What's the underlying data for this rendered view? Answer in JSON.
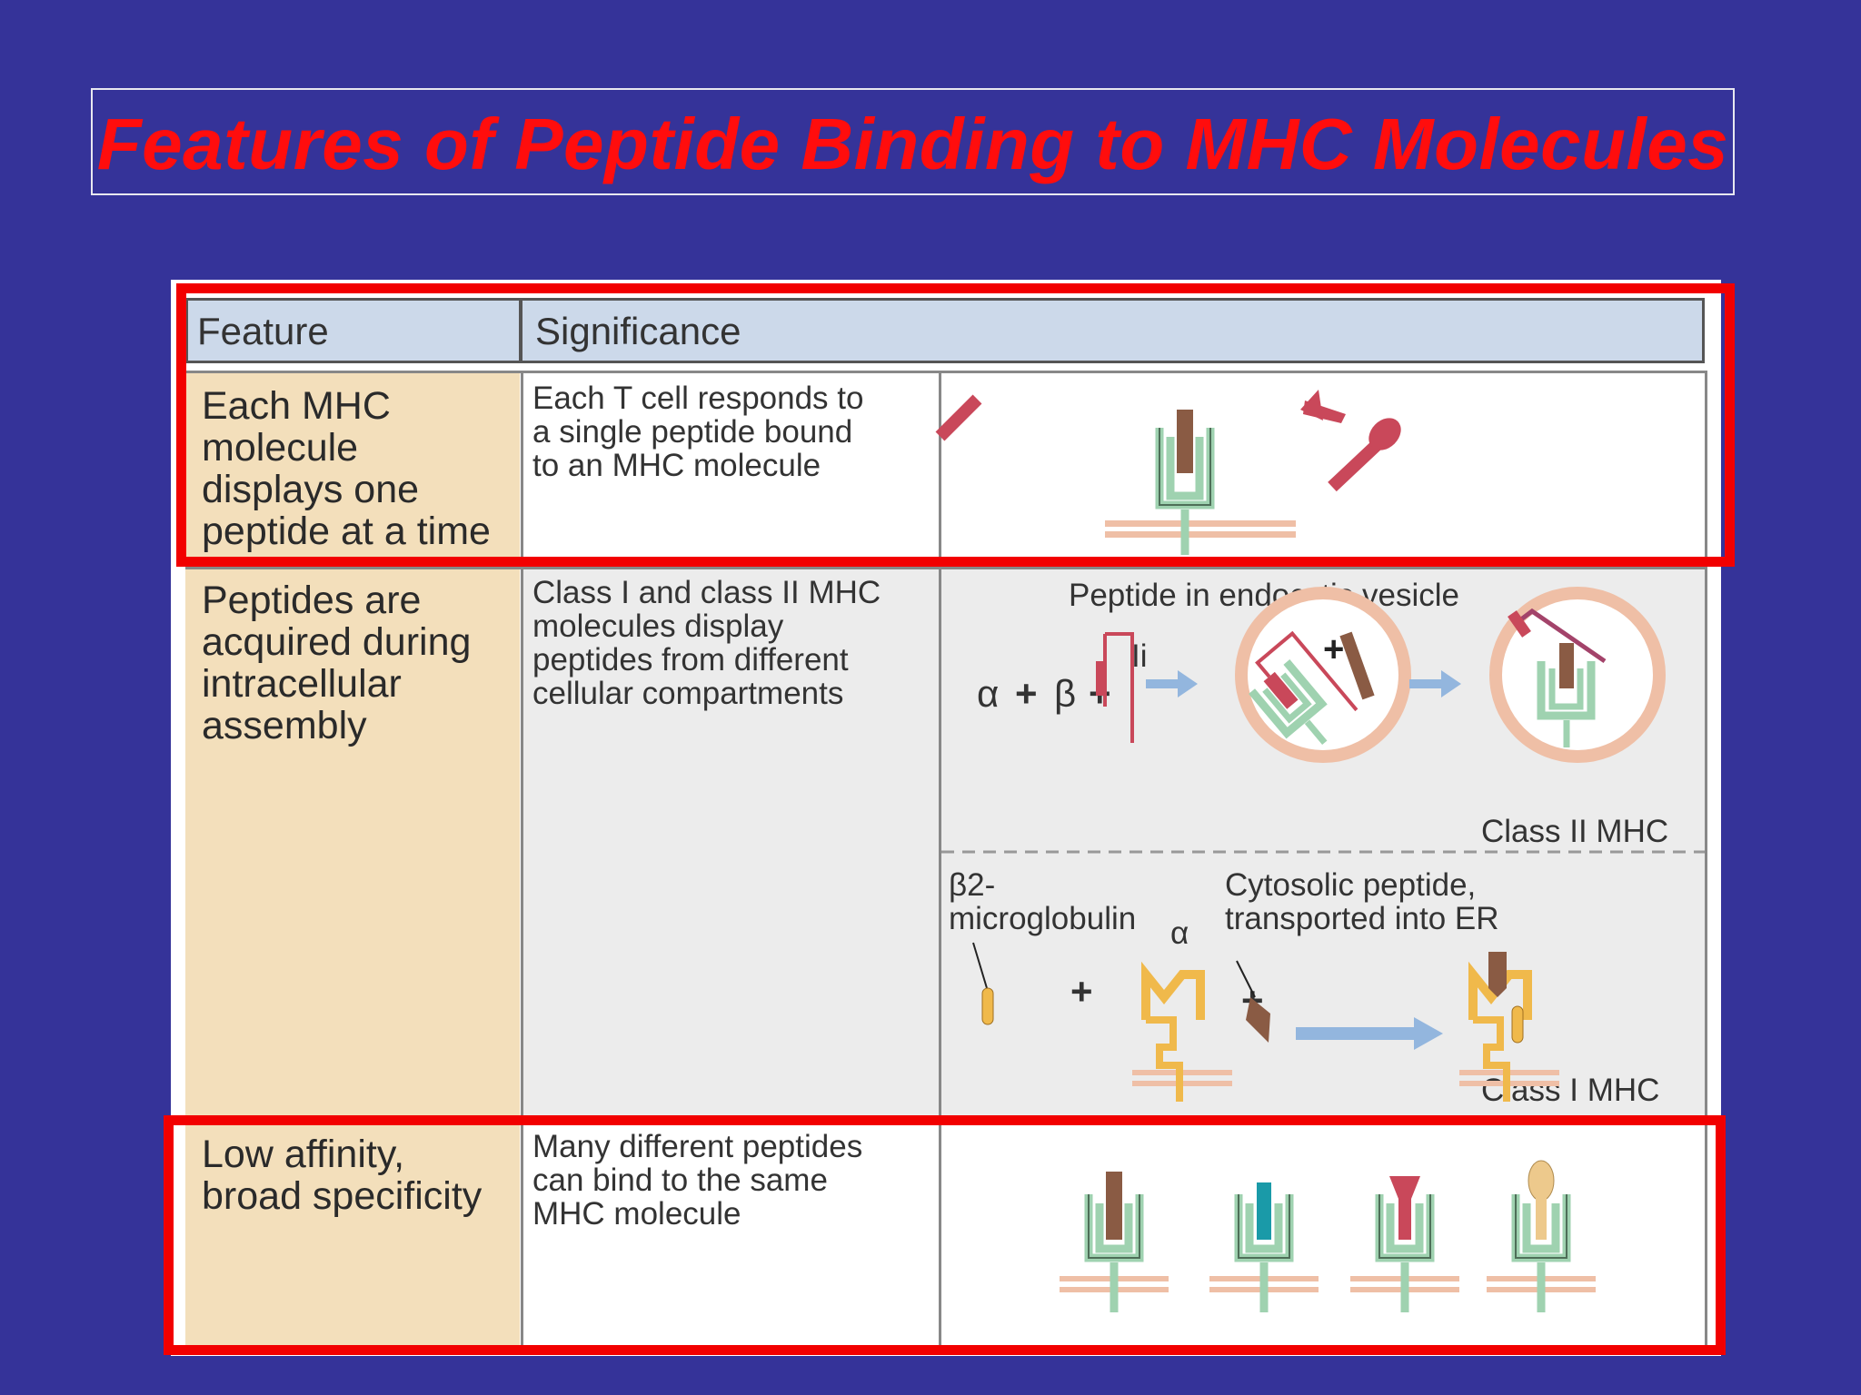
{
  "title": "Features of Peptide Binding to MHC Molecules",
  "table": {
    "headers": {
      "feature": "Feature",
      "significance": "Significance"
    },
    "rows": [
      {
        "feature": [
          "Each MHC",
          "molecule",
          "displays one",
          "peptide at a time"
        ],
        "significance": [
          "Each T cell responds to",
          "a single peptide bound",
          "to an MHC molecule"
        ]
      },
      {
        "feature": [
          "Peptides are",
          "acquired during",
          "intracellular",
          "assembly"
        ],
        "significance": [
          "Class I and class II MHC",
          "molecules display",
          "peptides from different",
          "cellular compartments"
        ]
      },
      {
        "feature": [
          "Low affinity,",
          "broad specificity"
        ],
        "significance": [
          "Many different peptides",
          "can bind to the same",
          "MHC molecule"
        ]
      }
    ]
  },
  "diagram": {
    "endocytic_label": "Peptide in endocytic vesicle",
    "ii_label": "Ii",
    "alpha": "α",
    "beta": "β",
    "plus": "+",
    "class2_label": "Class II MHC",
    "b2m_label": [
      "β2-",
      "microglobulin"
    ],
    "cytosolic_label": [
      "Cytosolic peptide,",
      "transported into ER"
    ],
    "class1_label": "Class I MHC"
  }
}
